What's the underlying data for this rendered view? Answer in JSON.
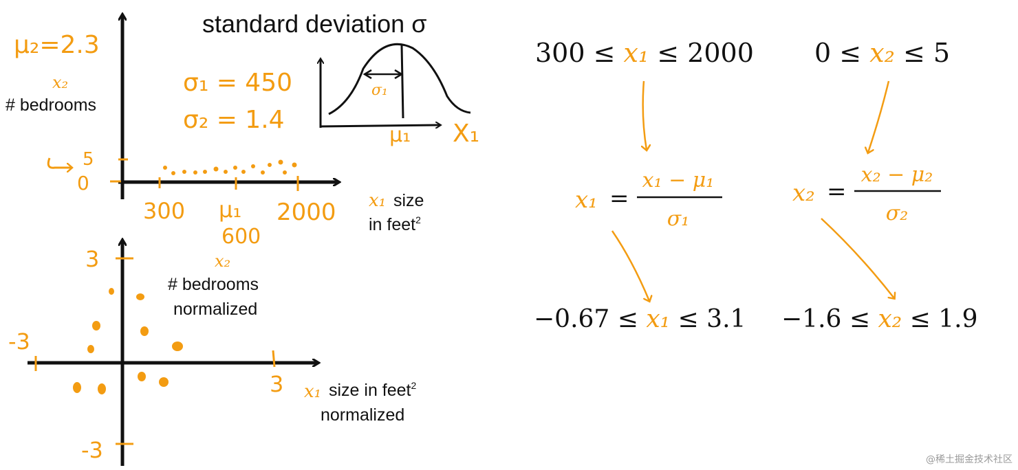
{
  "colors": {
    "accent": "#f39c12",
    "ink": "#111111",
    "watermark": "#9a9a9a"
  },
  "top_plot": {
    "mu2_label": "μ₂=2.3",
    "y_var": "x₂",
    "y_label": "# bedrooms",
    "y_ticks": [
      "5",
      "0"
    ],
    "x_ticks": [
      "300",
      "2000"
    ],
    "mu1_label": "μ₁",
    "mu1_value": "600",
    "x_var": "x₁",
    "x_label_line1": "size",
    "x_label_line2": "in feet",
    "x_label_sup": "2",
    "sigma1": "σ₁ = 450",
    "sigma2": "σ₂ = 1.4"
  },
  "std_dev": {
    "title": "standard deviation σ",
    "sigma_label": "σ₁",
    "mu_label": "μ₁",
    "x_label": "X₁"
  },
  "bottom_plot": {
    "y_var": "x₂",
    "y_label_line1": "# bedrooms",
    "y_label_line2": "normalized",
    "y_top_tick": "3",
    "y_bottom_tick": "-3",
    "x_left_tick": "-3",
    "x_right_tick": "3",
    "x_var": "x₁",
    "x_label_line1": "size in feet",
    "x_label_sup": "2",
    "x_label_line2": "normalized"
  },
  "formulas": {
    "range1_left": "300 ≤ ",
    "range1_var": "x₁",
    "range1_right": " ≤ 2000",
    "range2_left": "0 ≤ ",
    "range2_var": "x₂",
    "range2_right": " ≤ 5",
    "eq1_lhs": "x₁",
    "eq1_eq": "=",
    "eq1_num": "x₁ − μ₁",
    "eq1_den": "σ₁",
    "eq2_lhs": "x₂",
    "eq2_eq": "=",
    "eq2_num": "x₂ − μ₂",
    "eq2_den": "σ₂",
    "res1_left": "−0.67 ≤ ",
    "res1_var": "x₁",
    "res1_right": " ≤ 3.1",
    "res2_left": "−1.6 ≤ ",
    "res2_var": "x₂",
    "res2_right": " ≤ 1.9"
  },
  "watermark": "@稀土掘金技术社区"
}
